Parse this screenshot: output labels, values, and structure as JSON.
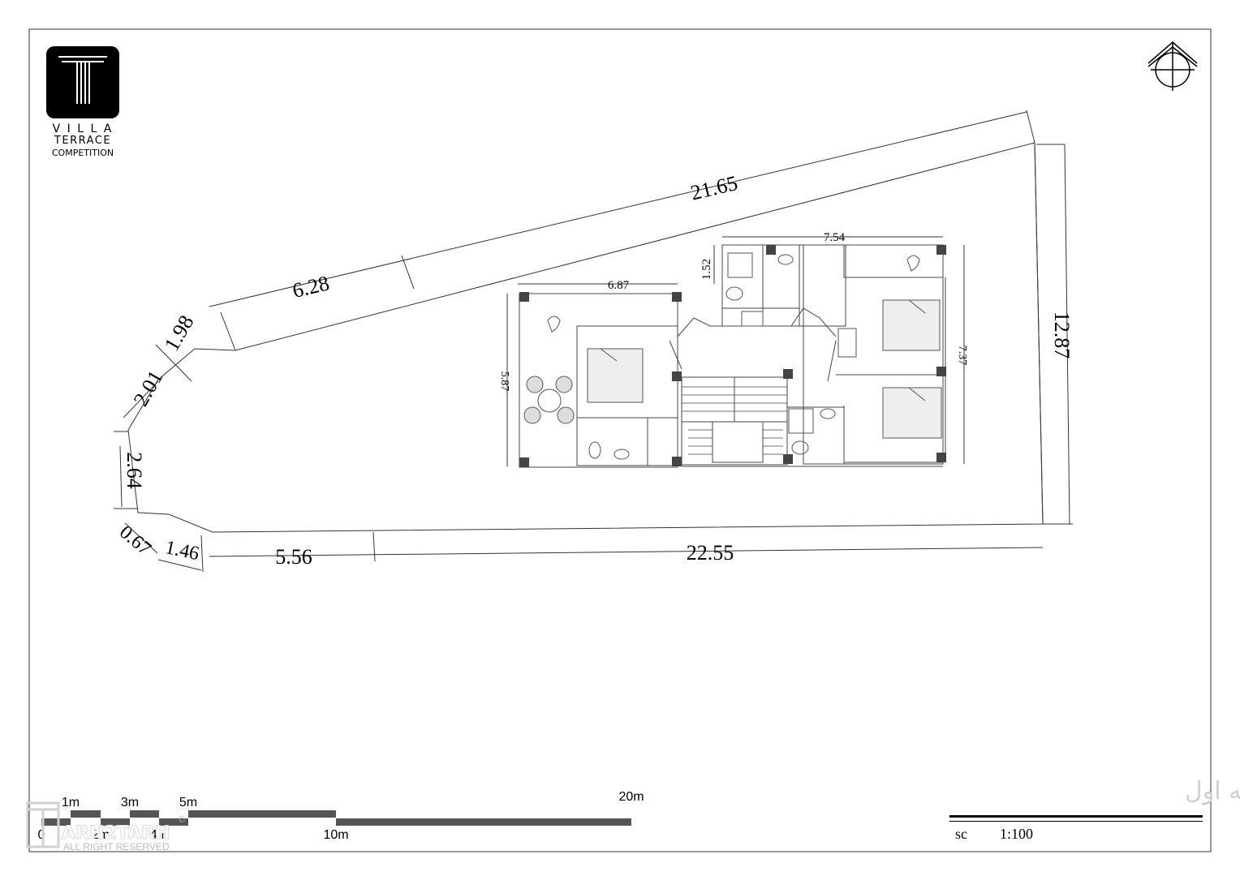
{
  "logo": {
    "icon": "column-t-logo-icon",
    "line1": "V I L L A",
    "line2": "TERRACE",
    "line3": "COMPETITION"
  },
  "site_dimensions": {
    "north": "21.65",
    "northwest": "6.28",
    "arc_1": "1.98",
    "arc_2": "2.01",
    "west": "2.64",
    "arc_3": "0.67",
    "arc_4": "1.46",
    "south_left": "5.56",
    "south": "22.55",
    "east": "12.87"
  },
  "building_dimensions": {
    "top_width": "7.54",
    "left_width": "6.87",
    "step": "1.52",
    "left_depth": "5.87",
    "right_depth": "7.37"
  },
  "scale_bar": {
    "labels_top": [
      "1m",
      "3m",
      "5m",
      "20m"
    ],
    "labels_bottom": [
      "0",
      "2m",
      "4m",
      "10m"
    ],
    "watermark": "ARH2TARH",
    "watermark_sub": "ALL RIGHT RESERVED",
    "copyright": "©"
  },
  "title_block": {
    "title": "پلان مبلمان طبقه اول",
    "scale_label": "sc",
    "scale_value": "1:100"
  },
  "north_arrow": {
    "icon": "north-arrow-icon"
  }
}
